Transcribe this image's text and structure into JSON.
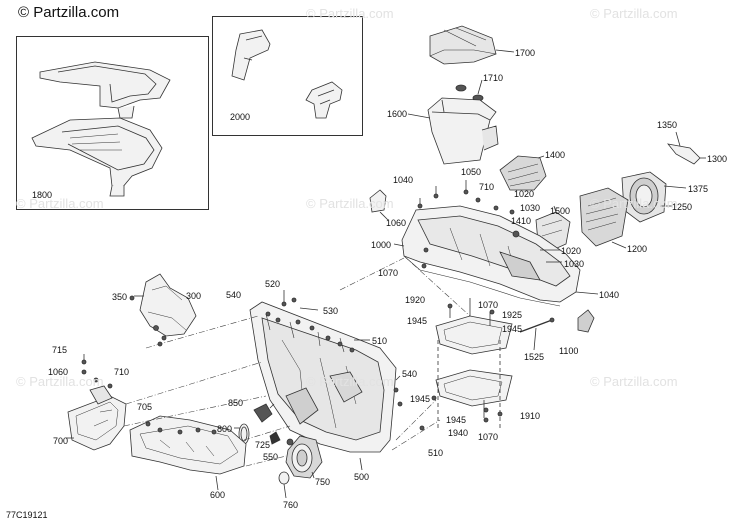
{
  "brand": "© Partzilla.com",
  "watermark_text": "© Partzilla.com",
  "reference_code": "77C19121",
  "colors": {
    "line": "#333333",
    "part_fill": "#f2f2f2",
    "dark_part": "#555555",
    "watermark": "#e2e2e2"
  },
  "callouts": [
    {
      "id": "c1800",
      "label": "1800"
    },
    {
      "id": "c2000",
      "label": "2000"
    },
    {
      "id": "c1700",
      "label": "1700"
    },
    {
      "id": "c1710",
      "label": "1710"
    },
    {
      "id": "c1600",
      "label": "1600"
    },
    {
      "id": "c1350",
      "label": "1350"
    },
    {
      "id": "c1300",
      "label": "1300"
    },
    {
      "id": "c1400",
      "label": "1400"
    },
    {
      "id": "c1375",
      "label": "1375"
    },
    {
      "id": "c1250",
      "label": "1250"
    },
    {
      "id": "c1200",
      "label": "1200"
    },
    {
      "id": "c1500",
      "label": "1500"
    },
    {
      "id": "c1040a",
      "label": "1040"
    },
    {
      "id": "c1050",
      "label": "1050"
    },
    {
      "id": "c710a",
      "label": "710"
    },
    {
      "id": "c1020a",
      "label": "1020"
    },
    {
      "id": "c1030a",
      "label": "1030"
    },
    {
      "id": "c1410",
      "label": "1410"
    },
    {
      "id": "c1060a",
      "label": "1060"
    },
    {
      "id": "c1000",
      "label": "1000"
    },
    {
      "id": "c1020b",
      "label": "1020"
    },
    {
      "id": "c1030b",
      "label": "1030"
    },
    {
      "id": "c1070a",
      "label": "1070"
    },
    {
      "id": "c1040b",
      "label": "1040"
    },
    {
      "id": "c1920",
      "label": "1920"
    },
    {
      "id": "c1070b",
      "label": "1070"
    },
    {
      "id": "c1925",
      "label": "1925"
    },
    {
      "id": "c1945a",
      "label": "1945"
    },
    {
      "id": "c1945b",
      "label": "1945"
    },
    {
      "id": "c1525",
      "label": "1525"
    },
    {
      "id": "c1100",
      "label": "1100"
    },
    {
      "id": "c1945c",
      "label": "1945"
    },
    {
      "id": "c1945d",
      "label": "1945"
    },
    {
      "id": "c1940",
      "label": "1940"
    },
    {
      "id": "c1070c",
      "label": "1070"
    },
    {
      "id": "c1910",
      "label": "1910"
    },
    {
      "id": "c350",
      "label": "350"
    },
    {
      "id": "c300",
      "label": "300"
    },
    {
      "id": "c540a",
      "label": "540"
    },
    {
      "id": "c520",
      "label": "520"
    },
    {
      "id": "c530",
      "label": "530"
    },
    {
      "id": "c510a",
      "label": "510"
    },
    {
      "id": "c715",
      "label": "715"
    },
    {
      "id": "c1060b",
      "label": "1060"
    },
    {
      "id": "c710b",
      "label": "710"
    },
    {
      "id": "c705",
      "label": "705"
    },
    {
      "id": "c700",
      "label": "700"
    },
    {
      "id": "c850",
      "label": "850"
    },
    {
      "id": "c800",
      "label": "800"
    },
    {
      "id": "c725",
      "label": "725"
    },
    {
      "id": "c550",
      "label": "550"
    },
    {
      "id": "c750",
      "label": "750"
    },
    {
      "id": "c760",
      "label": "760"
    },
    {
      "id": "c600",
      "label": "600"
    },
    {
      "id": "c500",
      "label": "500"
    },
    {
      "id": "c540b",
      "label": "540"
    },
    {
      "id": "c510b",
      "label": "510"
    }
  ]
}
